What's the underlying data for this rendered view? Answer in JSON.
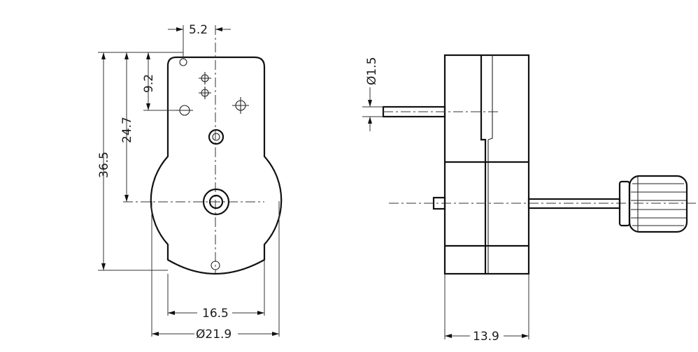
{
  "dimensions": {
    "hole_offset": "5.2",
    "hole_spacing": "9.2",
    "shaft_height": "24.7",
    "overall_height": "36.5",
    "body_width": "16.5",
    "round_diameter": "Ø21.9",
    "output_shaft_diameter": "Ø1.5",
    "depth": "13.9"
  },
  "colors": {
    "ink": "#111111",
    "paper": "#ffffff"
  }
}
